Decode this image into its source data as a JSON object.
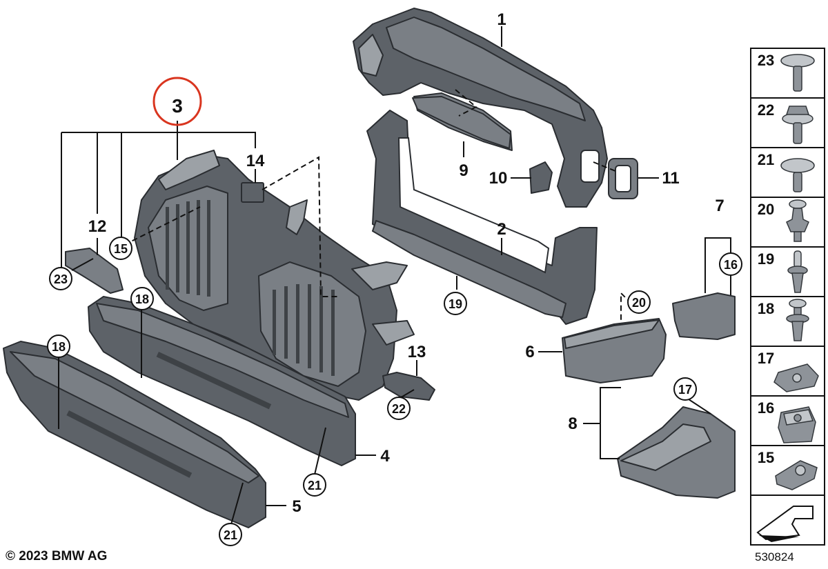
{
  "diagram": {
    "copyright": "© 2023 BMW AG",
    "diagram_number": "530824",
    "highlight_color": "#d9351f",
    "callouts": {
      "c1": "1",
      "c2": "2",
      "c3": "3",
      "c4": "4",
      "c5": "5",
      "c6": "6",
      "c7": "7",
      "c8": "8",
      "c9": "9",
      "c10": "10",
      "c11": "11",
      "c12": "12",
      "c13": "13",
      "c14": "14",
      "c15": "15",
      "c16": "16",
      "c17": "17",
      "c18a": "18",
      "c18b": "18",
      "c19": "19",
      "c20": "20",
      "c21a": "21",
      "c21b": "21",
      "c22": "22",
      "c23": "23"
    },
    "fastener_panel": [
      {
        "label": "23",
        "icon": "flat-head-screw-icon"
      },
      {
        "label": "22",
        "icon": "hex-flange-bolt-icon"
      },
      {
        "label": "21",
        "icon": "torx-flange-screw-icon"
      },
      {
        "label": "20",
        "icon": "plastic-rivet-icon"
      },
      {
        "label": "19",
        "icon": "expanding-rivet-icon"
      },
      {
        "label": "18",
        "icon": "push-rivet-icon"
      },
      {
        "label": "17",
        "icon": "spring-nut-icon"
      },
      {
        "label": "16",
        "icon": "cage-nut-icon"
      },
      {
        "label": "15",
        "icon": "clip-nut-icon"
      }
    ]
  }
}
